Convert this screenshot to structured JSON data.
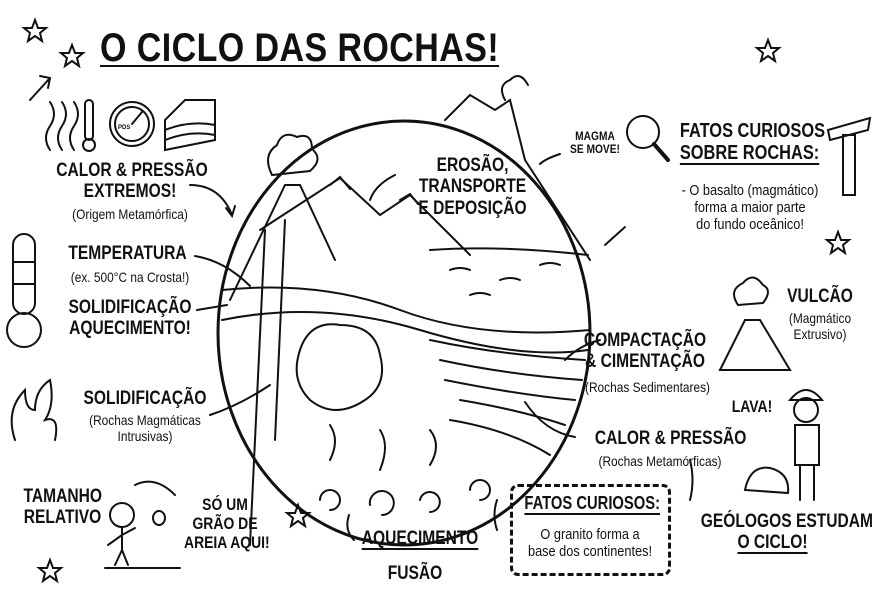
{
  "title": "O CICLO DAS ROCHAS!",
  "left": {
    "heat_pressure": "CALOR & PRESSÃO",
    "extreme": "EXTREMOS!",
    "metamorphic_origin": "(Origem Metamórfica)",
    "temperature": "TEMPERATURA",
    "temperature_example": "(ex. 500°C na Crosta!)",
    "solidification": "SOLIDIFICAÇÃO",
    "heating": "AQUECIMENTO!",
    "solidification2": "SOLIDIFICAÇÃO",
    "intrusive1": "(Rochas Magmáticas",
    "intrusive2": "Intrusivas)",
    "gauge_label": "PDS"
  },
  "center": {
    "erosion1": "EROSÃO,",
    "erosion2": "TRANSPORTE",
    "erosion3": "E DEPOSIÇÃO",
    "magma1": "MAGMA",
    "magma2": "SE MOVE!"
  },
  "right": {
    "facts_title1": "FATOS CURIOSOS",
    "facts_title2": "SOBRE ROCHAS:",
    "facts_body1": "- O basalto (magmático)",
    "facts_body2": "forma a maior parte",
    "facts_body3": "do fundo oceânico!",
    "volcano": "VULCÃO",
    "volcano_sub1": "(Magmático",
    "volcano_sub2": "Extrusivo)",
    "compaction1": "COMPACTAÇÃO",
    "compaction2": "& CIMENTAÇÃO",
    "sedimentary": "(Rochas Sedimentares)",
    "lava": "LAVA!",
    "heat_pressure": "CALOR & PRESSÃO",
    "metamorphic": "(Rochas Metamórficas)"
  },
  "bottom": {
    "size1": "TAMANHO",
    "size2": "RELATIVO",
    "sand1": "SÓ UM",
    "sand2": "GRÃO DE",
    "sand3": "AREIA AQUI!",
    "heating": "AQUECIMENTO",
    "melting": "FUSÃO",
    "box_title": "FATOS CURIOSOS:",
    "box_body1": "O granito forma a",
    "box_body2": "base dos continentes!",
    "geologists1": "GEÓLOGOS ESTUDAM",
    "geologists2": "O CICLO!"
  }
}
